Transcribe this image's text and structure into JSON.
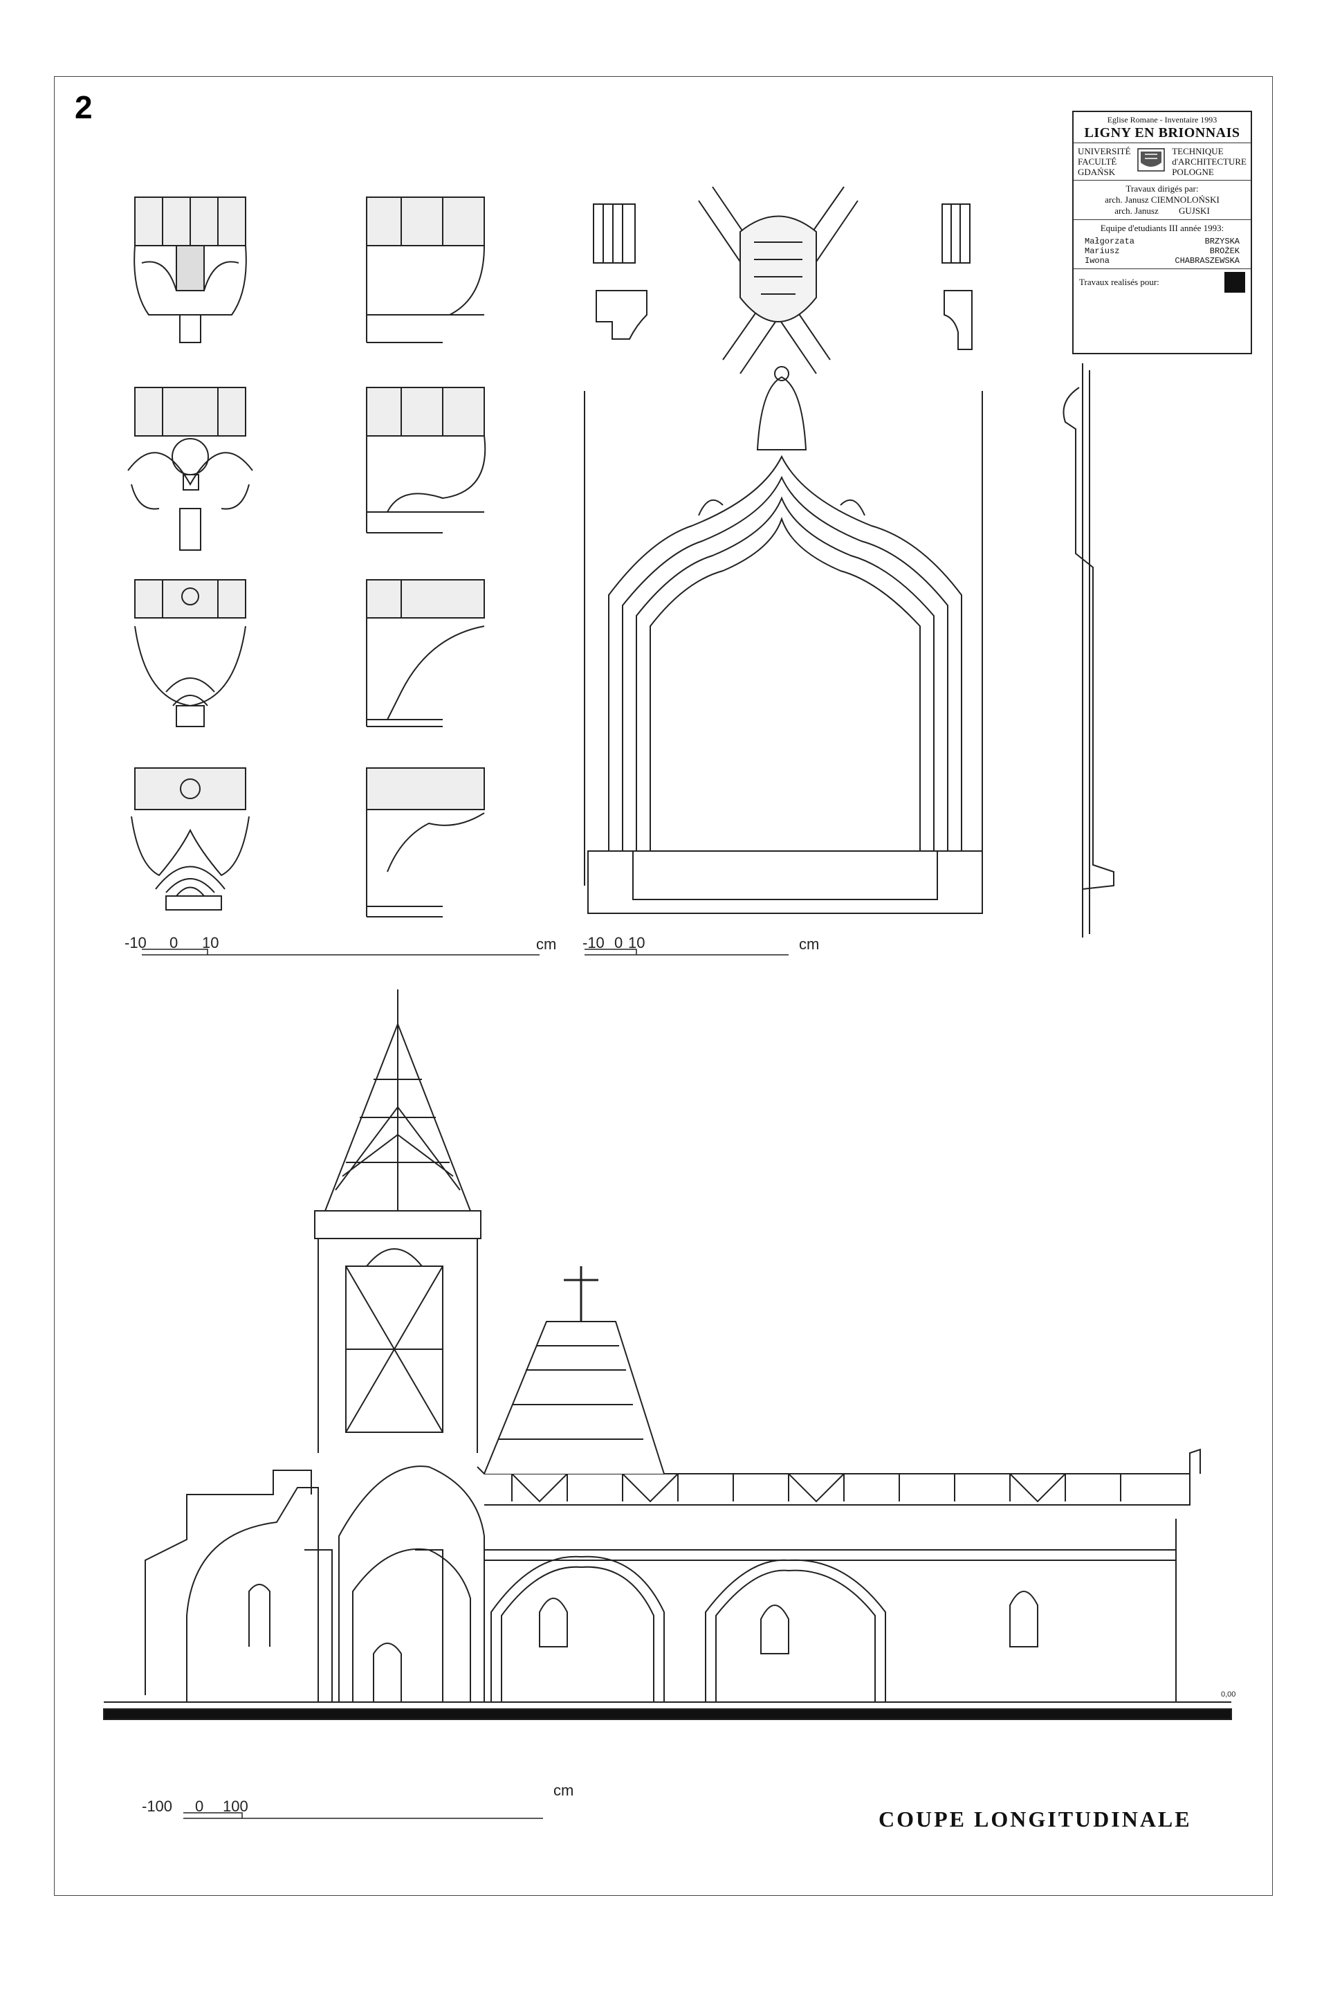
{
  "page_number": "2",
  "cartouche": {
    "line1": "Eglise Romane  -  Inventaire 1993",
    "title": "LIGNY EN BRIONNAIS",
    "uni_left": [
      "UNIVERSITÉ",
      "FACULTÉ",
      "GDAŃSK"
    ],
    "uni_right": [
      "TECHNIQUE",
      "d'ARCHITECTURE",
      "POLOGNE"
    ],
    "travaux_label": "Travaux dirigés par:",
    "directors": [
      "arch. Janusz CIEMNOLOŃSKI",
      "arch. Janusz         GUJSKI"
    ],
    "equipe_label": "Equipe d'etudiants  III année 1993:",
    "students": [
      {
        "first": "Małgorzata",
        "last": "BRZYSKA"
      },
      {
        "first": "Mariusz",
        "last": "BROŻEK"
      },
      {
        "first": "Iwona",
        "last": "CHABRASZEWSKA"
      }
    ],
    "realises_label": "Travaux realisés pour:"
  },
  "scale_1": {
    "ticks": [
      "-10",
      "0",
      "10"
    ],
    "unit": "cm"
  },
  "scale_2": {
    "ticks": [
      "-10",
      "0",
      "10"
    ],
    "unit": "cm"
  },
  "scale_3": {
    "ticks": [
      "-100",
      "0",
      "100"
    ],
    "unit": "cm"
  },
  "section_title": "COUPE LONGITUDINALE",
  "level_mark": "0,00"
}
